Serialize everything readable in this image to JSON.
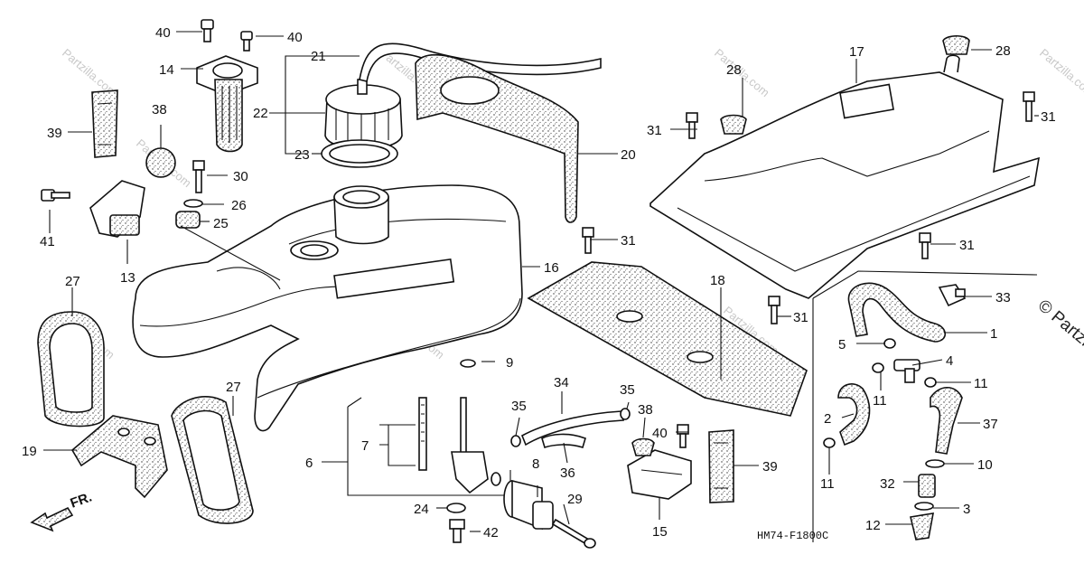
{
  "diagram": {
    "code": "HM74-F1800C",
    "front_label": "FR.",
    "watermark": "Partzilla.com",
    "copyright": "© Partzilla.com"
  },
  "callouts": {
    "n1": "1",
    "n2": "2",
    "n3": "3",
    "n4": "4",
    "n6": "6",
    "n7": "7",
    "n8": "8",
    "n9": "9",
    "n10": "10",
    "n11a": "11",
    "n11b": "11",
    "n11c": "11",
    "n12": "12",
    "n13": "13",
    "n14": "14",
    "n15": "15",
    "n16": "16",
    "n17": "17",
    "n18": "18",
    "n19": "19",
    "n20": "20",
    "n21": "21",
    "n22": "22",
    "n23": "23",
    "n24": "24",
    "n25": "25",
    "n26": "26",
    "n27a": "27",
    "n27b": "27",
    "n28a": "28",
    "n28b": "28",
    "n29": "29",
    "n30": "30",
    "n31a": "31",
    "n31b": "31",
    "n31c": "31",
    "n31d": "31",
    "n31e": "31",
    "n32": "32",
    "n33": "33",
    "n34": "34",
    "n35a": "35",
    "n35b": "35",
    "n36": "36",
    "n37": "37",
    "n38a": "38",
    "n38b": "38",
    "n39a": "39",
    "n39b": "39",
    "n40a": "40",
    "n40b": "40",
    "n40c": "40",
    "n41": "41",
    "n42": "42"
  }
}
